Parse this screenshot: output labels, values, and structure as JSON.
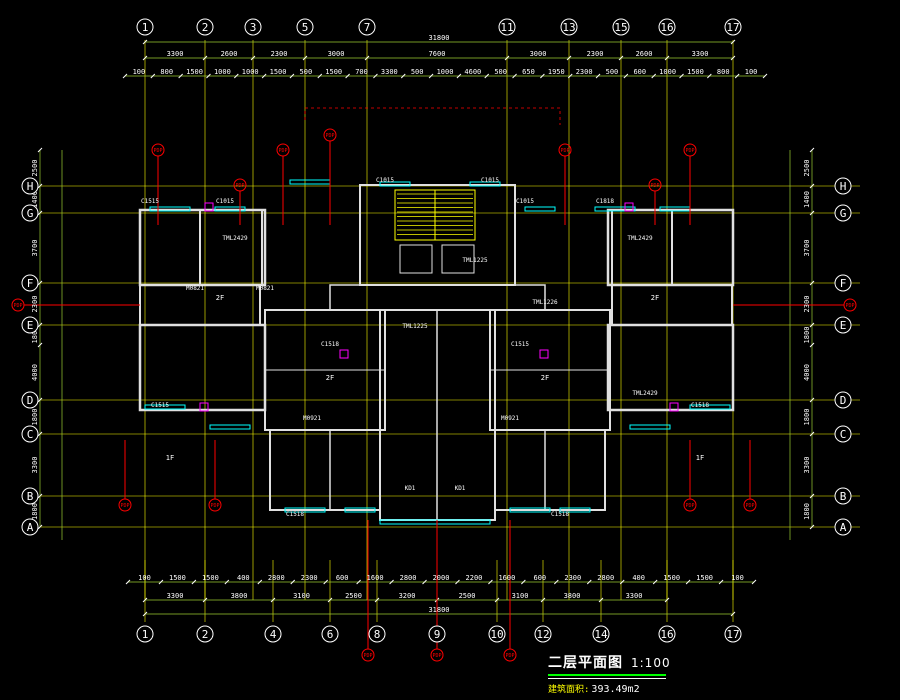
{
  "axes_top": [
    "1",
    "2",
    "3",
    "5",
    "7",
    "11",
    "13",
    "15",
    "16",
    "17"
  ],
  "axes_bottom": [
    "1",
    "2",
    "4",
    "6",
    "8",
    "9",
    "10",
    "12",
    "14",
    "16",
    "17"
  ],
  "axes_left": [
    "H",
    "G",
    "F",
    "E",
    "D",
    "C",
    "B",
    "A"
  ],
  "axes_right": [
    "H",
    "G",
    "F",
    "E",
    "D",
    "C",
    "B",
    "A"
  ],
  "dims_top_overall": "31800",
  "dims_top_axis": [
    "3300",
    "2600",
    "2300",
    "3000",
    "7600",
    "3000",
    "2300",
    "2600",
    "3300"
  ],
  "dims_top_detail": [
    "100",
    "800",
    "1500",
    "1000",
    "1000",
    "1500",
    "500",
    "1500",
    "700",
    "3300",
    "500",
    "1000",
    "4600",
    "500",
    "650",
    "1950",
    "2300",
    "500",
    "600",
    "1000",
    "1500",
    "800",
    "100"
  ],
  "dims_bottom_overall": "31800",
  "dims_bottom_axis": [
    "3300",
    "3800",
    "3100",
    "2500",
    "3200",
    "2500",
    "3100",
    "3800",
    "3300"
  ],
  "dims_bottom_detail": [
    "100",
    "1500",
    "1500",
    "400",
    "2800",
    "2300",
    "600",
    "1600",
    "2800",
    "2000",
    "2200",
    "1600",
    "600",
    "2300",
    "2800",
    "400",
    "1500",
    "1500",
    "100"
  ],
  "dims_left": [
    "2500",
    "1400",
    "3700",
    "2300",
    "1800",
    "4000",
    "1800",
    "3300",
    "1800"
  ],
  "dims_right": [
    "2500",
    "1400",
    "3700",
    "2300",
    "1800",
    "4000",
    "1800",
    "3300",
    "1800"
  ],
  "window_tags": [
    "C1515",
    "C1015",
    "C1015",
    "C1015",
    "C1015",
    "C1818",
    "C1515",
    "C1518",
    "C1515",
    "C1518",
    "C1518",
    "C1518"
  ],
  "door_tags": [
    "M0821",
    "M0821",
    "TML2429",
    "TML2429",
    "TML1225",
    "TML1225",
    "TML1226",
    "TML2429",
    "M0921",
    "M0921",
    "KD1",
    "KD1"
  ],
  "room_tags": [
    "2F",
    "2F",
    "2F",
    "2F",
    "1F",
    "1F"
  ],
  "callout_tags": [
    "PDP",
    "PDP",
    "PDP",
    "PDP",
    "PDP",
    "PDP",
    "PDP",
    "PDP",
    "PDP",
    "PDP",
    "PDP",
    "PDP",
    "PDP",
    "PDP",
    "PDP",
    "PDP"
  ],
  "title": {
    "main": "二层平面图",
    "scale": "1:100",
    "area_label": "建筑面积:",
    "area_value": "393.49m2"
  },
  "colors": {
    "background": "#000000",
    "axis_line": "#ffff00",
    "axis_bubble": "#ffffff",
    "dimension": "#ffffff",
    "wall": "#e0e0e0",
    "window": "#00ffff",
    "callout": "#ff0000",
    "stair": "#ffff00",
    "accent": "#ff00ff",
    "title_rule": "#00ff00"
  }
}
